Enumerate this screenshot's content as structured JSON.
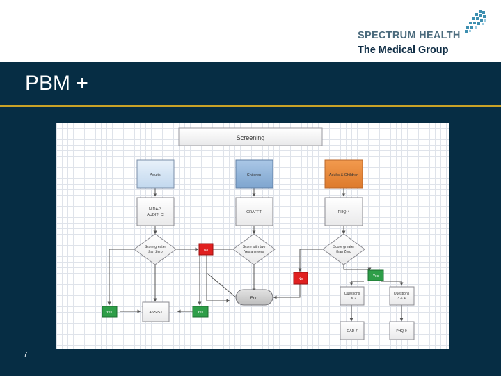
{
  "logo": {
    "line1": "SPECTRUM HEALTH",
    "line2": "The Medical Group",
    "mark_icon": "diamond-grid-icon"
  },
  "slide": {
    "title": "PBM +",
    "page_number": "7"
  },
  "flowchart": {
    "header": "Screening",
    "nodes": {
      "adults": "Adults",
      "children": "Children",
      "adults_children": "Adults & Children",
      "niaaa_line1": "NIDA-3",
      "niaaa_line2": "AUDIT- C",
      "crafft": "CRAFFT",
      "phq4": "PHQ-4",
      "dec1_line1": "Score greater",
      "dec1_line2": "than Zero",
      "dec2_line1": "Score with two",
      "dec2_line2": "Yes answers",
      "dec3_line1": "Score greater",
      "dec3_line2": "than Zero",
      "no1": "No",
      "no2": "No",
      "yes_left": "Yes",
      "yes_mid": "Yes",
      "yes_right": "Yes",
      "assist": "ASSIST",
      "end": "End",
      "q12_line1": "Questions",
      "q12_line2": "1 & 2",
      "q34_line1": "Questions",
      "q34_line2": "3 & 4",
      "gad7": "GAD-7",
      "phq9": "PHQ-9"
    }
  },
  "colors": {
    "background": "#062d44",
    "rule": "#c9a227",
    "blue_light": "#d6e6f4",
    "blue_mid": "#8fb3d9",
    "orange": "#e8883a",
    "green": "#2e9e48",
    "red": "#e02020"
  }
}
